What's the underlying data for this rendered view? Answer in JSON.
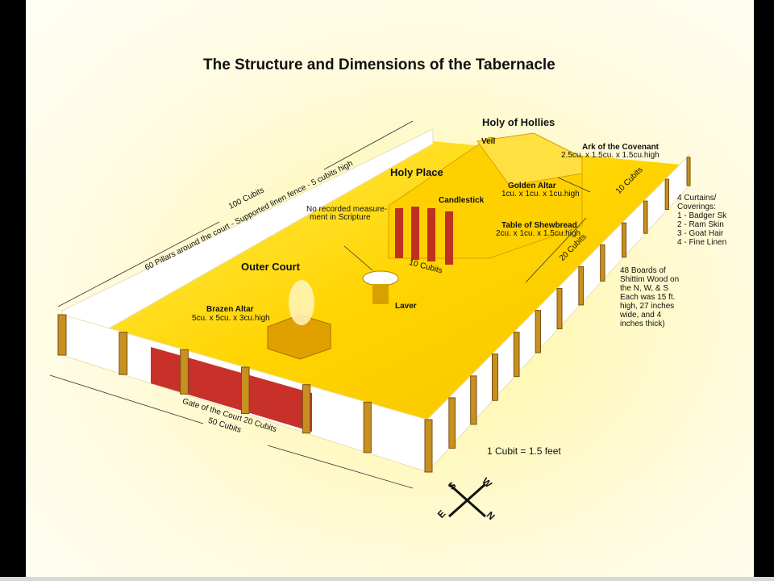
{
  "title": "The Structure and Dimensions of the Tabernacle",
  "labels": {
    "holy_of_holies": "Holy of Hollies",
    "veil": "Veil",
    "ark": "Ark of the Covenant",
    "ark_dims": "2.5cu. x 1.5cu. x 1.5cu.high",
    "holy_place": "Holy Place",
    "golden_altar": "Golden Altar",
    "golden_altar_dims": "1cu. x 1cu. x 1cu.high",
    "candlestick": "Candlestick",
    "no_record_1": "No recorded measure-",
    "no_record_2": "ment in Scripture",
    "shewbread": "Table of Shewbread",
    "shewbread_dims": "2cu. x 1cu. x 1.5cu.high",
    "ten_cubits_right": "10 Cubits",
    "twenty_cubits": "20 Cubits",
    "ten_cubits_front": "10 Cubits",
    "hundred_cubits": "100 Cubits",
    "pillars": "60 Pillars around the court - Supported linen fence - 5 cubits high",
    "outer_court": "Outer Court",
    "laver": "Laver",
    "brazen_altar": "Brazen Altar",
    "brazen_altar_dims": "5cu. x 5cu. x 3cu.high",
    "gate": "Gate of the Court 20 Cubits",
    "fifty_cubits": "50 Cubits",
    "cubit_scale": "1 Cubit = 1.5 feet",
    "curtains": [
      "4 Curtains/",
      "Coverings:",
      "1 - Badger Sk",
      "2 - Ram Skin",
      "3 - Goat Hair",
      "4 - Fine Linen"
    ],
    "boards": [
      "48 Boards of",
      "Shittim Wood on",
      "the N, W, & S",
      "Each was 15 ft.",
      "high, 27 inches",
      "wide, and 4",
      "inches thick)"
    ]
  },
  "compass": {
    "s": "S",
    "w": "W",
    "e": "E",
    "n": "N"
  },
  "colors": {
    "floor": "#ffd800",
    "fence": "#ffffff",
    "pillar": "#c89020",
    "gate": "#c8302a"
  }
}
